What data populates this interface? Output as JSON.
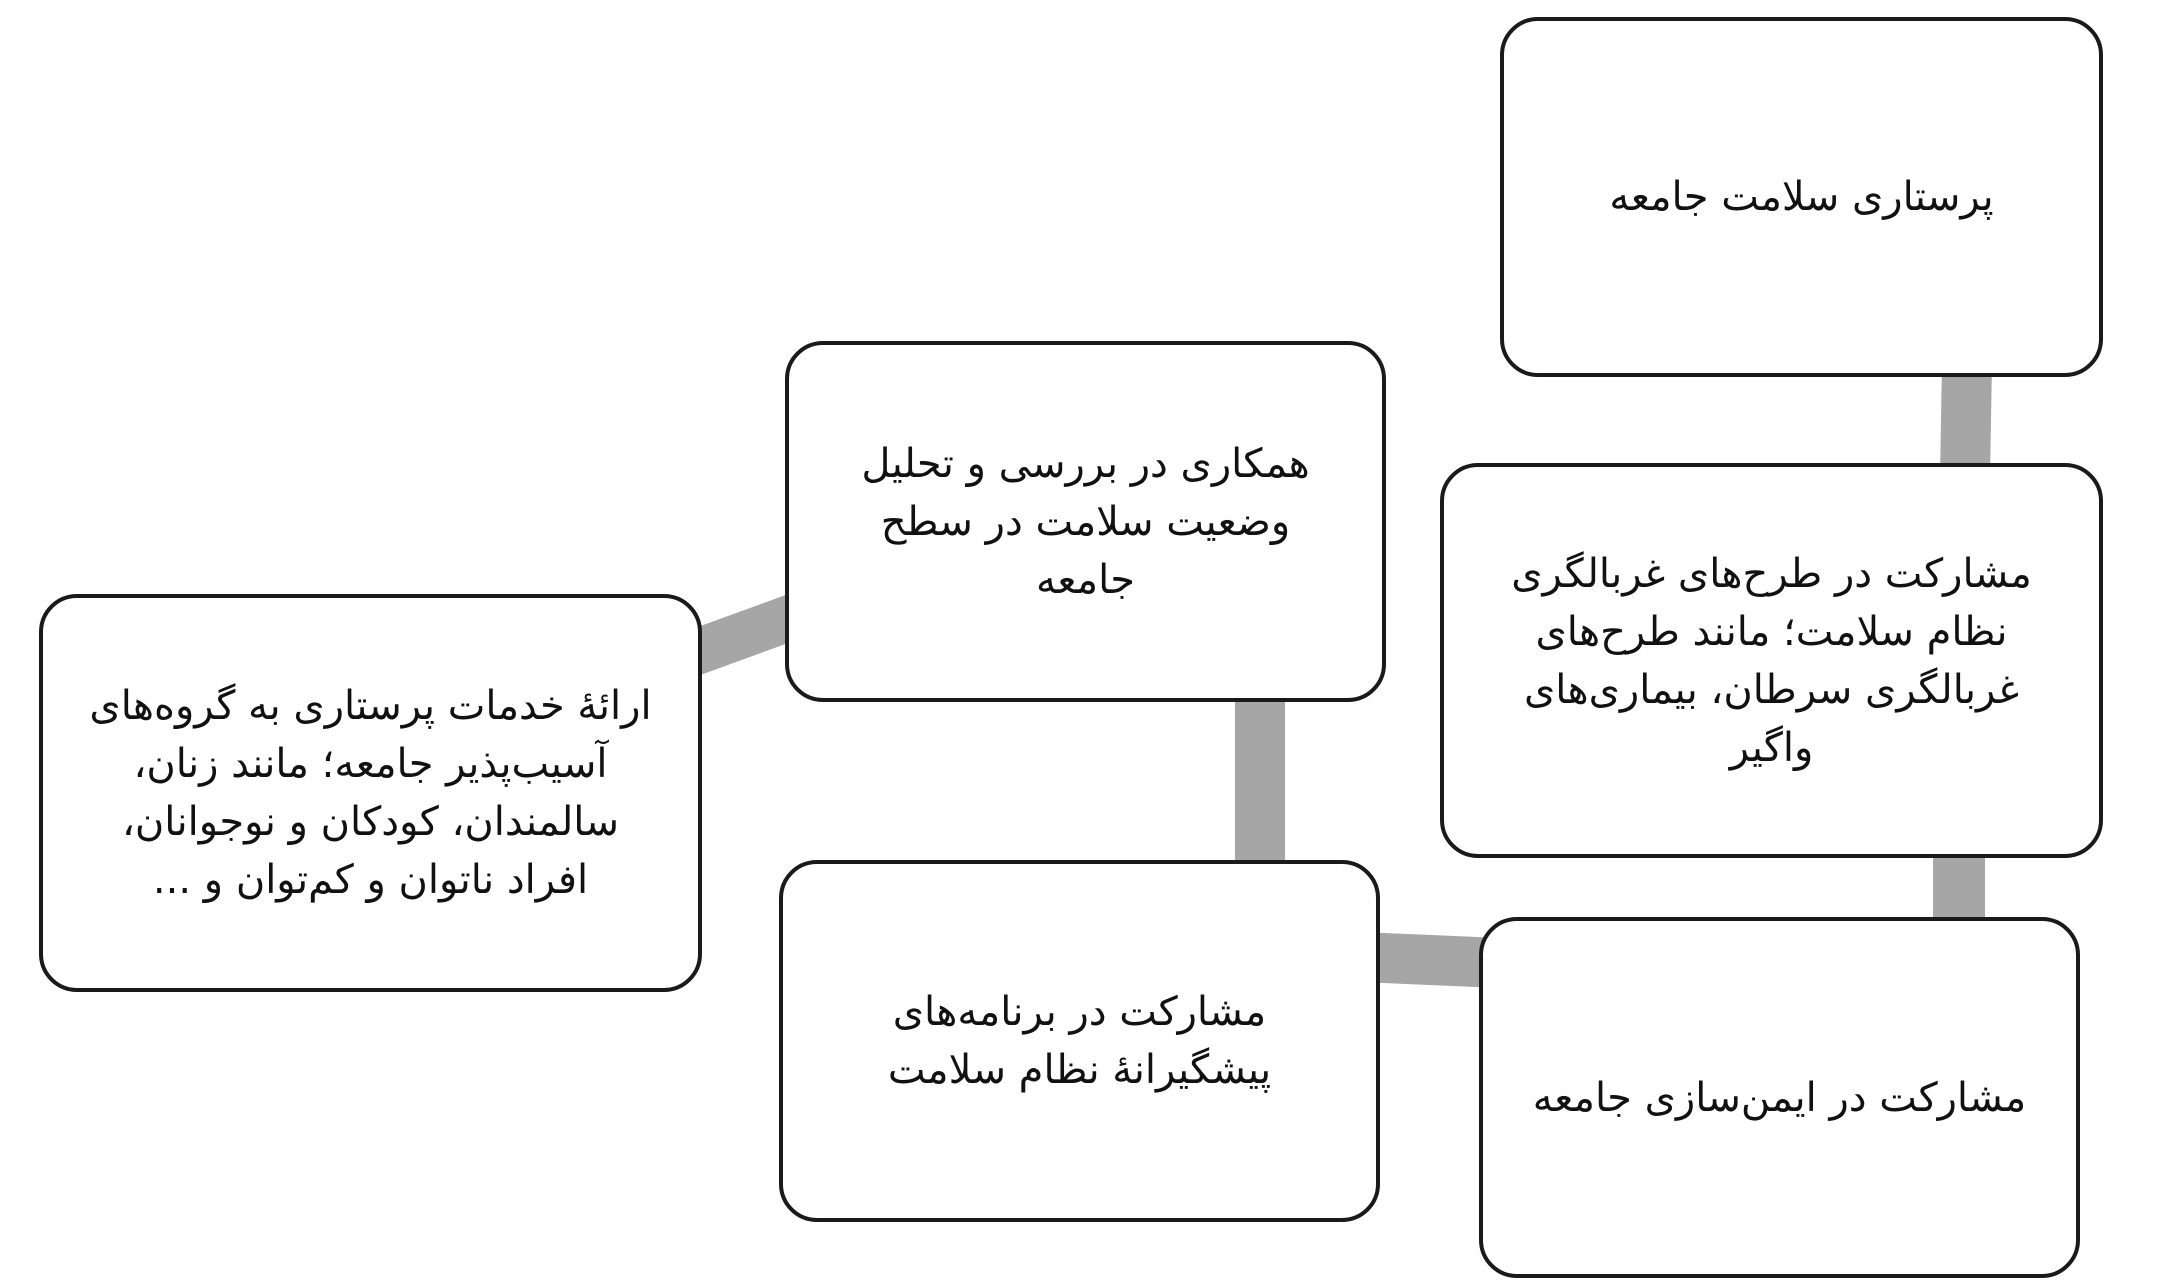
{
  "diagram": {
    "connector_color": "#a6a6a6",
    "border_color": "#1a1a1a",
    "nodes": [
      {
        "id": "community-health-nursing",
        "text": "پرستاری سلامت جامعه"
      },
      {
        "id": "screening-participation",
        "text": "مشارکت در طرح‌های غربالگری\nنظام سلامت؛ مانند طرح‌های\nغربالگری سرطان، بیماری‌های\nواگیر"
      },
      {
        "id": "community-immunization",
        "text": "مشارکت در ایمن‌سازی جامعه"
      },
      {
        "id": "preventive-programs",
        "text": "مشارکت در برنامه‌های\nپیشگیرانهٔ نظام سلامت"
      },
      {
        "id": "health-status-analysis",
        "text": "همکاری در بررسی و تحلیل\nوضعیت سلامت در سطح\nجامعه"
      },
      {
        "id": "vulnerable-groups-services",
        "text": "ارائهٔ خدمات پرستاری به گروه‌های\nآسیب‌پذیر جامعه؛ مانند زنان،\nسالمندان، کودکان و نوجوانان،\nافراد ناتوان و کم‌توان و ..."
      }
    ]
  }
}
